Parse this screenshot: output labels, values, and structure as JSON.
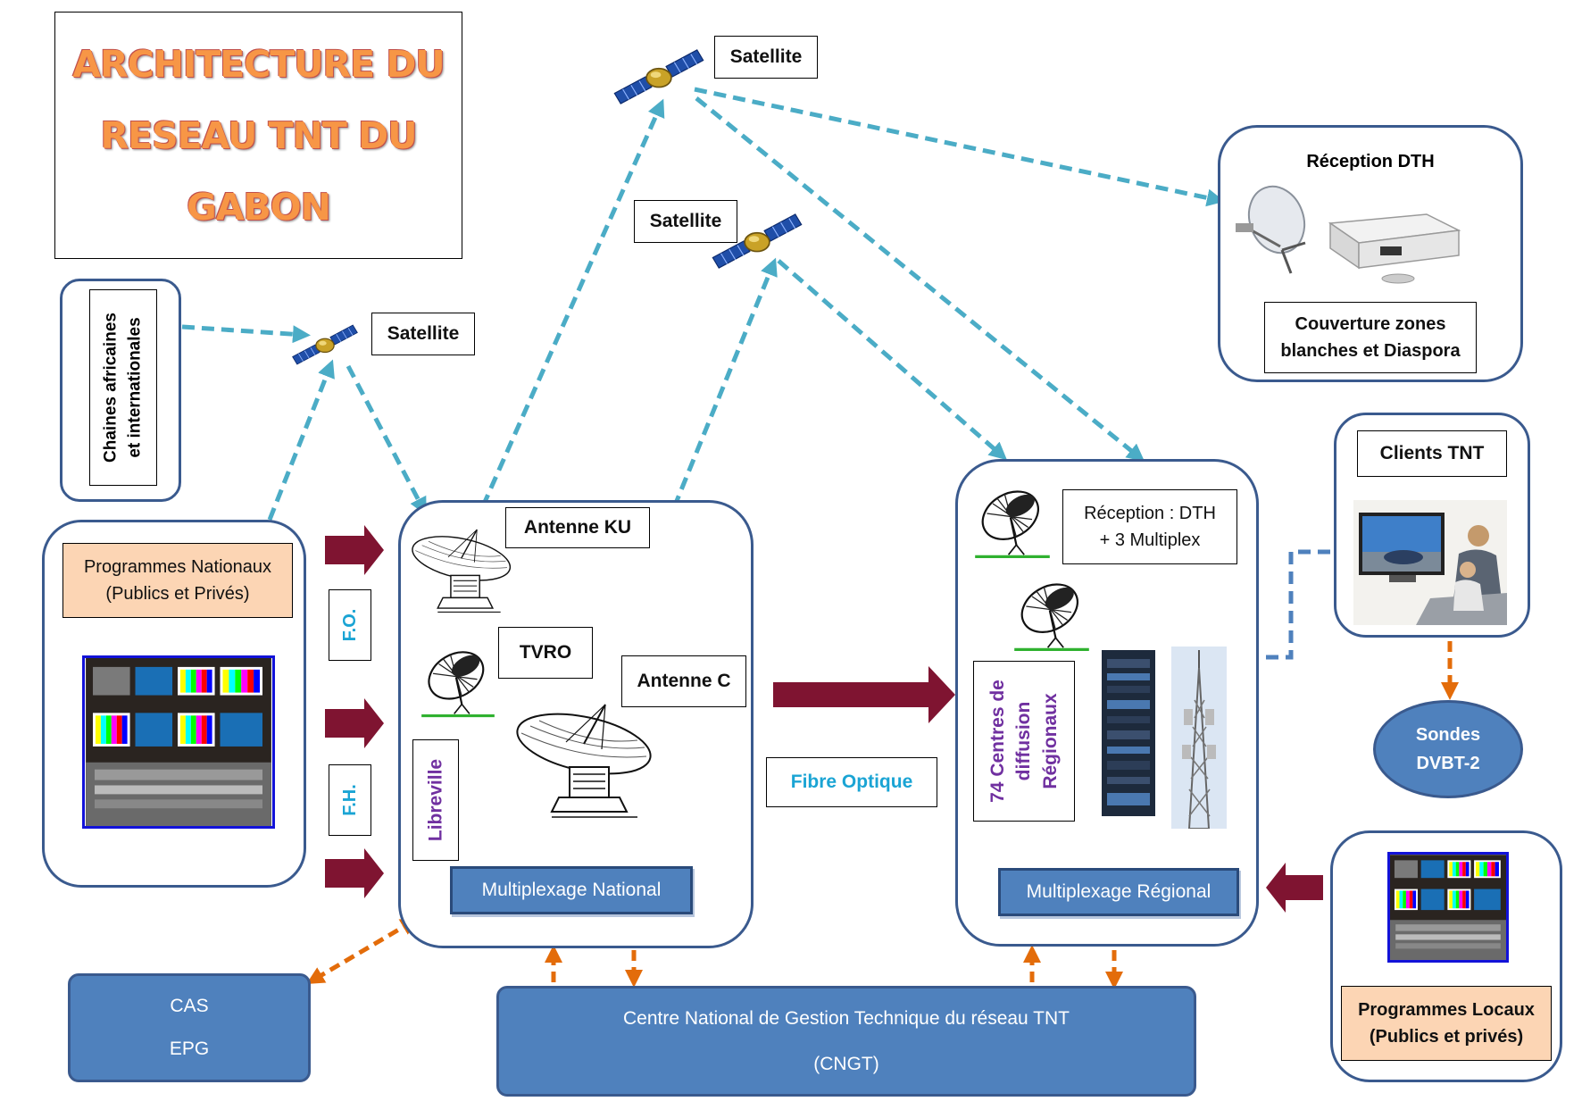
{
  "title": {
    "lines": [
      "ARCHITECTURE DU",
      "RESEAU TNT DU",
      "GABON"
    ]
  },
  "satellites": {
    "top": "Satellite",
    "middle": "Satellite",
    "left": "Satellite"
  },
  "sources": {
    "chaines": [
      "Chaines africaines",
      "et  internationales"
    ],
    "programmes_nationaux": [
      "Programmes Nationaux",
      "(Publics et Privés)"
    ]
  },
  "links": {
    "fo": "F.O.",
    "fh": "F.H.",
    "fibre_optique": "Fibre Optique"
  },
  "libreville": {
    "antenne_ku": "Antenne KU",
    "tvro": "TVRO",
    "antenne_c": "Antenne  C",
    "city": "Libreville",
    "mux": "Multiplexage National"
  },
  "regional": {
    "reception": [
      "Réception : DTH",
      "+ 3 Multiplex"
    ],
    "centres": [
      "74 Centres de",
      "diffusion",
      "Régionaux"
    ],
    "mux": "Multiplexage Régional"
  },
  "dth": {
    "title": "Réception DTH",
    "coverage": [
      "Couverture zones",
      "blanches et Diaspora"
    ]
  },
  "clients": {
    "title": "Clients TNT",
    "sondes": [
      "Sondes",
      "DVBT-2"
    ]
  },
  "cas_epg": [
    "CAS",
    "EPG"
  ],
  "cngt": [
    "Centre National de Gestion Technique du réseau TNT",
    "(CNGT)"
  ],
  "programmes_locaux": [
    "Programmes Locaux",
    "(Publics et privés)"
  ],
  "colors": {
    "container_border": "#3a5a8e",
    "box_fill": "#4f81bd",
    "dashed_cyan": "#4bacc6",
    "dashed_orange": "#e36c0a",
    "block_arrow": "#7f1431",
    "title_orange": "#f79646",
    "peach": "#fcd5b4",
    "purple_text": "#7030a0"
  }
}
